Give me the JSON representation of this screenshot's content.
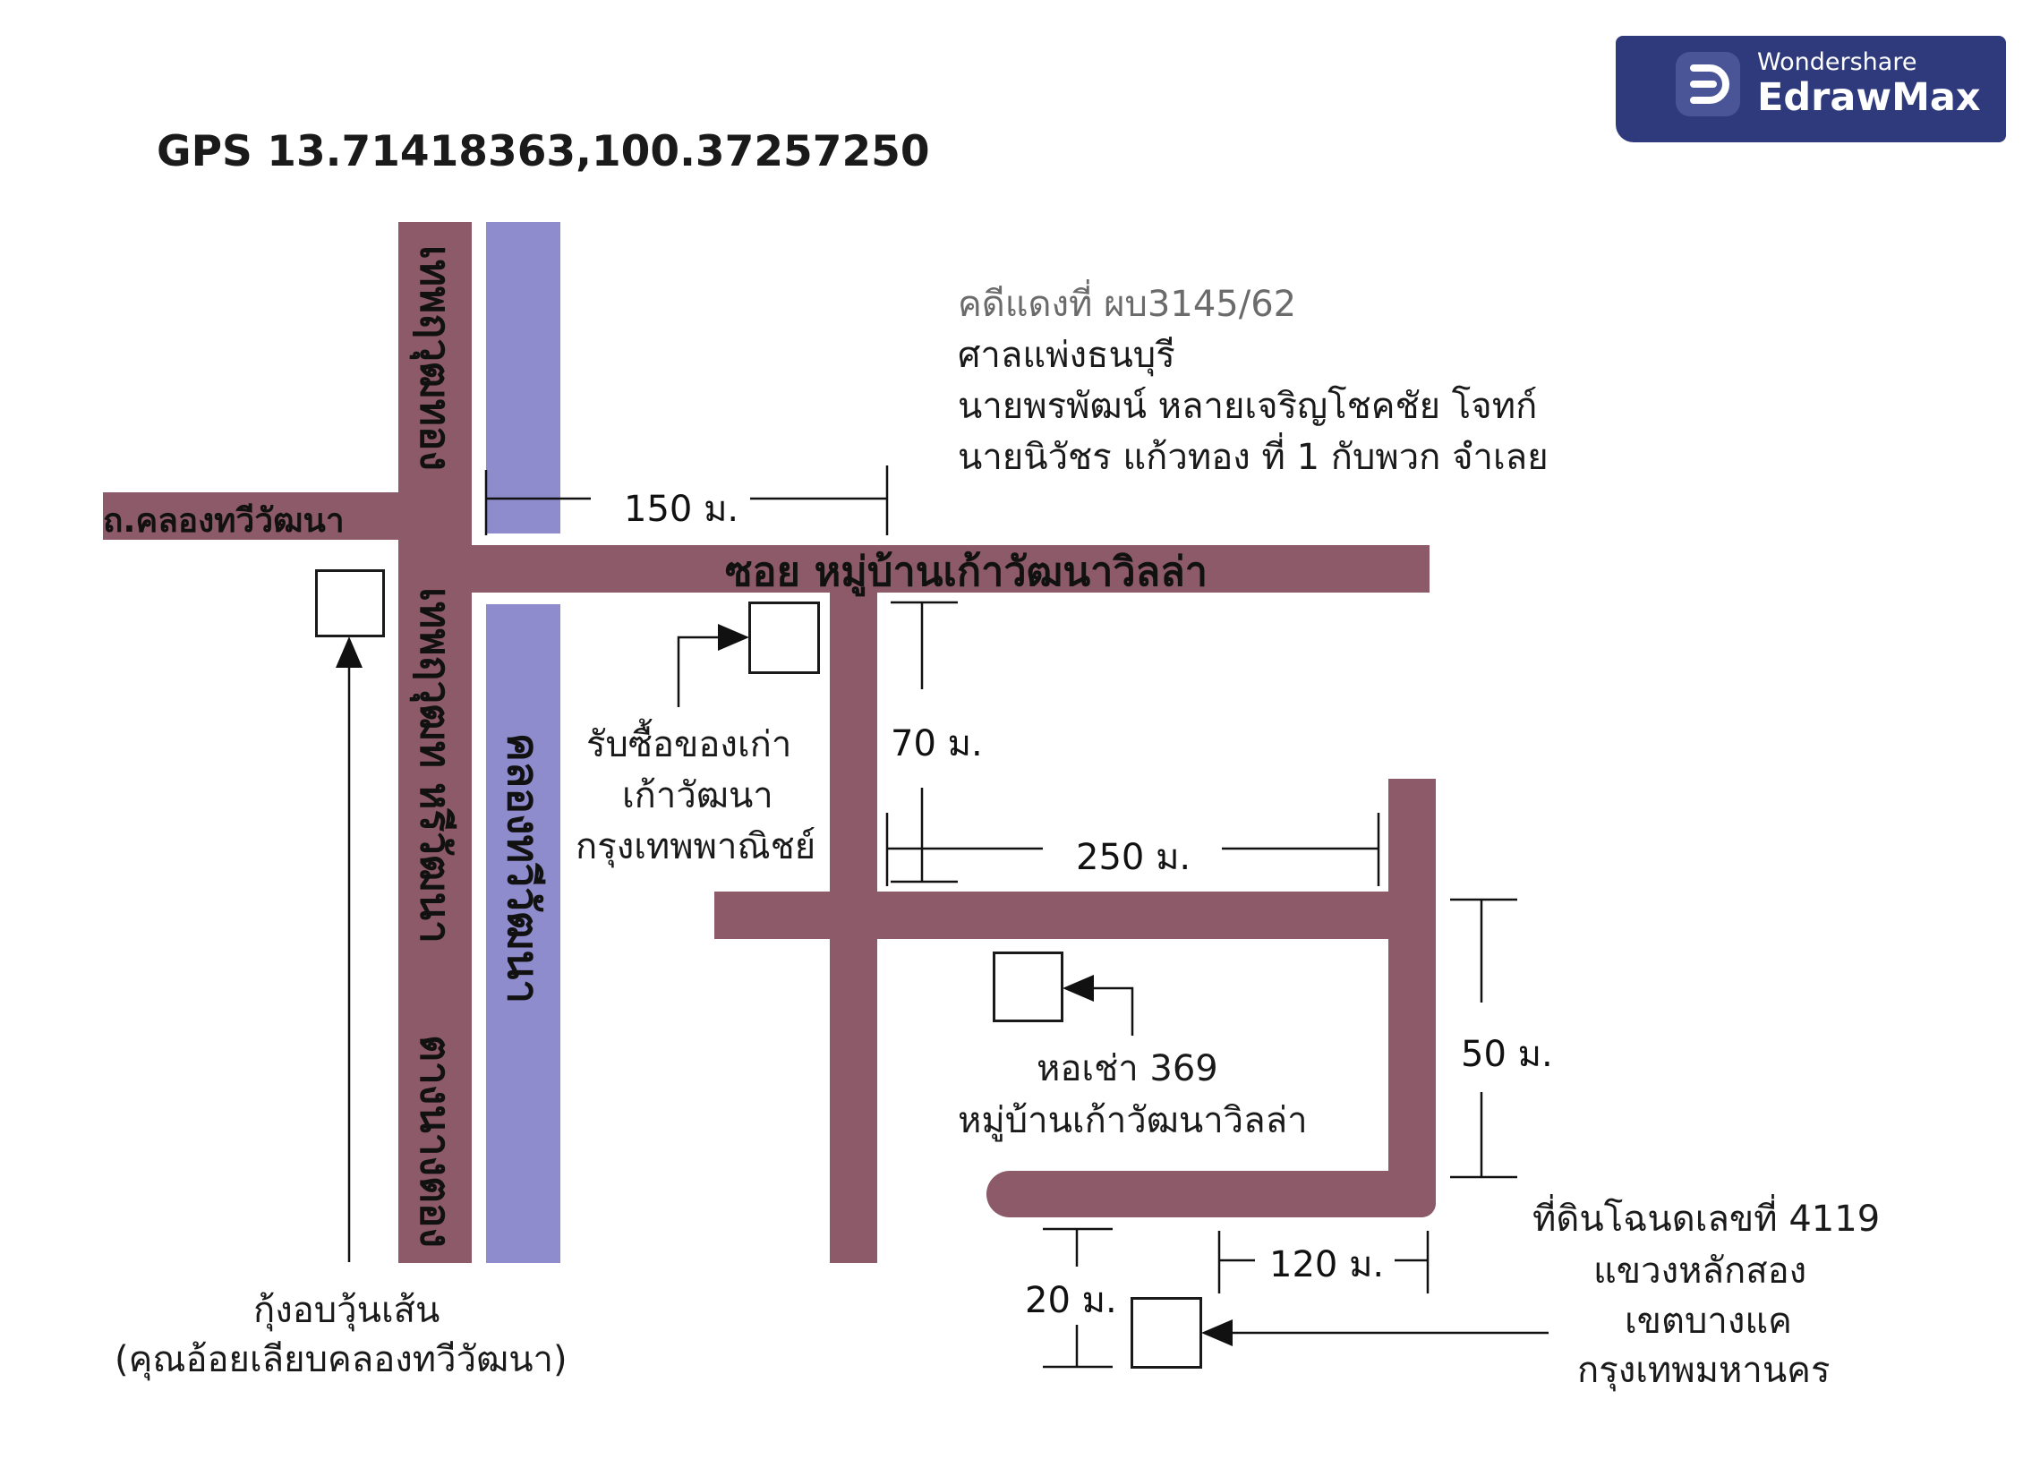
{
  "header": {
    "gps": "GPS 13.71418363,100.37257250"
  },
  "badge": {
    "small": "Wondershare",
    "big": "EdrawMax",
    "icon": "edrawmax-logo-icon",
    "color": "#2f3a7d"
  },
  "case_info": {
    "line1": "คดีแดงที่ ผบ3145/62",
    "line2": "ศาลแพ่งธนบุรี",
    "line3": "นายพรพัฒน์ หลายเจริญโชคชัย โจทก์",
    "line4": "นายนิวัชร แก้วทอง ที่ 1 กับพวก จำเลย"
  },
  "roads": {
    "left_road": "ถ.คลองทวีวัฒนา",
    "soi": "ซอย หมู่บ้านเก้าวัฒนาวิลล่า",
    "vertical_top": "เทพฤวุฒทอง",
    "vertical_middle": "เทพฤวุฒท หรีวัฒนา",
    "vertical_bottom": "ตางนางตอง",
    "canal": "คลองทวีวัฒนา"
  },
  "places": {
    "shop_line1": "รับซื้อของเก่า",
    "shop_line2": "เก้าวัฒนา",
    "shop_line3": "กรุงเทพพาณิชย์",
    "dorm_line1": "หอเช่า 369",
    "dorm_line2": "หมู่บ้านเก้าวัฒนาวิลล่า",
    "restaurant_line1": "กุ้งอบวุ้นเส้น",
    "restaurant_line2": "(คุณอ้อยเลียบคลองทวีวัฒนา)",
    "land_line1": "ที่ดินโฉนดเลขที่ 4119",
    "land_line2": "แขวงหลักสอง",
    "land_line3": "เขตบางแค",
    "land_line4": "กรุงเทพมหานคร"
  },
  "distances": {
    "d150": "150 ม.",
    "d70": "70 ม.",
    "d250": "250 ม.",
    "d50": "50 ม.",
    "d120": "120 ม.",
    "d20": "20 ม."
  },
  "colors": {
    "road": "#8c5a68",
    "canal": "#8e8ccc"
  }
}
